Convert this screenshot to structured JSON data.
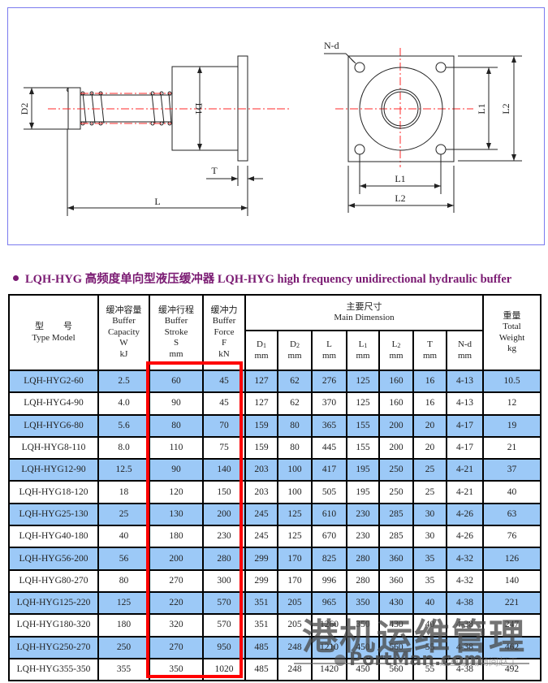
{
  "drawing": {
    "side_view_labels": {
      "D2": "D2",
      "D1": "D1",
      "T": "T",
      "L": "L"
    },
    "front_view_labels": {
      "Nd": "N-d",
      "L1_v": "L1",
      "L2_v": "L2",
      "L1_h": "L1",
      "L2_h": "L2"
    },
    "colors": {
      "frame": "#7b7bef",
      "centerline": "#ff2a2a",
      "line": "#222222"
    }
  },
  "section_title": "LQH-HYG 高频度单向型液压缓冲器 LQH-HYG high frequency unidirectional hydraulic buffer",
  "table": {
    "headers": {
      "type_cn": "型",
      "type_cn2": "号",
      "type_en": "Type Model",
      "capacity_cn": "缓冲容量",
      "capacity_1": "Buffer",
      "capacity_2": "Capacity",
      "capacity_3": "W",
      "capacity_4": "kJ",
      "stroke_cn": "缓冲行程",
      "stroke_1": "Buffer",
      "stroke_2": "Stroke",
      "stroke_3": "S",
      "stroke_4": "mm",
      "force_cn": "缓冲力",
      "force_1": "Buffer",
      "force_2": "Force",
      "force_3": "F",
      "force_4": "kN",
      "main_cn": "主要尺寸",
      "main_en": "Main Dimension",
      "weight_cn": "重量",
      "weight_1": "Total",
      "weight_2": "Weight",
      "weight_3": "kg",
      "dims": [
        {
          "sym": "D",
          "sub": "1",
          "unit": "mm"
        },
        {
          "sym": "D",
          "sub": "2",
          "unit": "mm"
        },
        {
          "sym": "L",
          "sub": "",
          "unit": "mm"
        },
        {
          "sym": "L",
          "sub": "1",
          "unit": "mm"
        },
        {
          "sym": "L",
          "sub": "2",
          "unit": "mm"
        },
        {
          "sym": "T",
          "sub": "",
          "unit": "mm"
        },
        {
          "sym": "N-d",
          "sub": "",
          "unit": "mm"
        }
      ]
    },
    "rows": [
      [
        "LQH-HYG2-60",
        "2.5",
        "60",
        "45",
        "127",
        "62",
        "276",
        "125",
        "160",
        "16",
        "4-13",
        "10.5"
      ],
      [
        "LQH-HYG4-90",
        "4.0",
        "90",
        "45",
        "127",
        "62",
        "370",
        "125",
        "160",
        "16",
        "4-13",
        "12"
      ],
      [
        "LQH-HYG6-80",
        "5.6",
        "80",
        "70",
        "159",
        "80",
        "365",
        "155",
        "200",
        "20",
        "4-17",
        "19"
      ],
      [
        "LQH-HYG8-110",
        "8.0",
        "110",
        "75",
        "159",
        "80",
        "445",
        "155",
        "200",
        "20",
        "4-17",
        "21"
      ],
      [
        "LQH-HYG12-90",
        "12.5",
        "90",
        "140",
        "203",
        "100",
        "417",
        "195",
        "250",
        "25",
        "4-21",
        "37"
      ],
      [
        "LQH-HYG18-120",
        "18",
        "120",
        "150",
        "203",
        "100",
        "505",
        "195",
        "250",
        "25",
        "4-21",
        "40"
      ],
      [
        "LQH-HYG25-130",
        "25",
        "130",
        "200",
        "245",
        "125",
        "610",
        "230",
        "285",
        "30",
        "4-26",
        "63"
      ],
      [
        "LQH-HYG40-180",
        "40",
        "180",
        "230",
        "245",
        "125",
        "670",
        "230",
        "285",
        "30",
        "4-26",
        "76"
      ],
      [
        "LQH-HYG56-200",
        "56",
        "200",
        "280",
        "299",
        "170",
        "825",
        "280",
        "360",
        "35",
        "4-32",
        "126"
      ],
      [
        "LQH-HYG80-270",
        "80",
        "270",
        "300",
        "299",
        "170",
        "996",
        "280",
        "360",
        "35",
        "4-32",
        "140"
      ],
      [
        "LQH-HYG125-220",
        "125",
        "220",
        "570",
        "351",
        "205",
        "965",
        "350",
        "430",
        "40",
        "4-38",
        "221"
      ],
      [
        "LQH-HYG180-320",
        "180",
        "320",
        "570",
        "351",
        "205",
        "1260",
        "350",
        "430",
        "40",
        "4-38",
        "247"
      ],
      [
        "LQH-HYG250-270",
        "250",
        "270",
        "950",
        "485",
        "248",
        "1210",
        "450",
        "560",
        "55",
        "4-38",
        "462"
      ],
      [
        "LQH-HYG355-350",
        "355",
        "350",
        "1020",
        "485",
        "248",
        "1420",
        "450",
        "560",
        "55",
        "4-38",
        "492"
      ]
    ],
    "colors": {
      "shaded_row": "#9cc9f7",
      "highlight_box": "#ff0000",
      "title": "#7a1a72"
    }
  },
  "watermark": {
    "cn": "港机运维管理",
    "en": "PortMan.com",
    "sub": "起重机械畅阅赵工"
  }
}
